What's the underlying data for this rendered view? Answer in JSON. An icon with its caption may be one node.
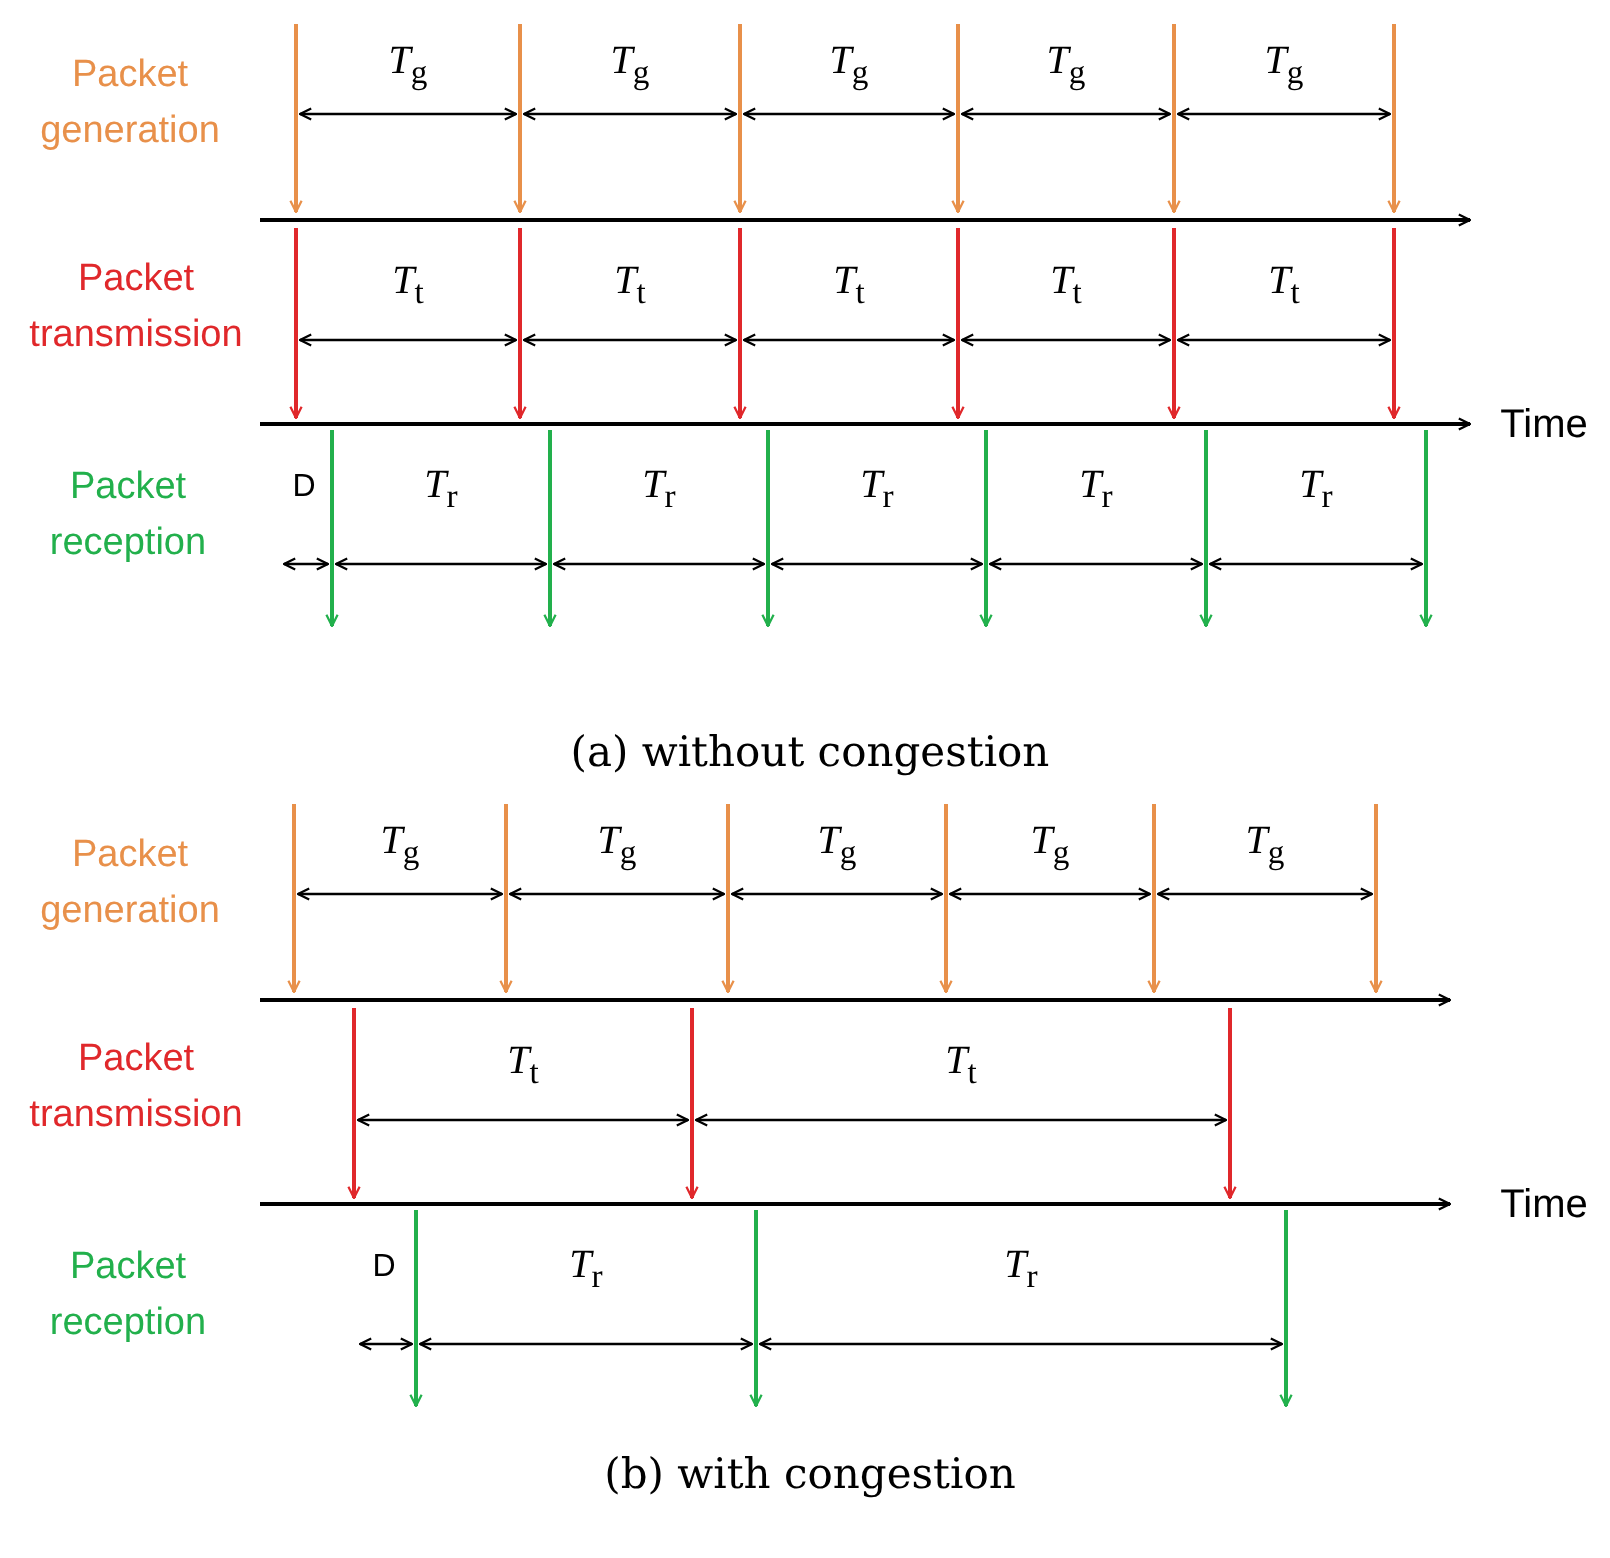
{
  "diagram": {
    "labels": [
      "Packet generation",
      "*T*$_{g}$",
      "*T*$_{g}$",
      "*T*$_{g}$",
      "*T*$_{g}$",
      "*T*$_{g}$",
      "Packet transmission",
      "*T*$_{t}$",
      "*T*$_{t}$",
      "*T*$_{t}$",
      "*T*$_{t}$",
      "*T*$_{t}$",
      "Time",
      "Packet reception",
      "D",
      "*T*$_{r}$",
      "*T*$_{r}$",
      "*T*$_{r}$",
      "*T*$_{r}$",
      "*T*$_{r}$",
      "(a) without congestion",
      "Packet generation",
      "*T*$_{g}$",
      "*T*$_{g}$",
      "*T*$_{g}$",
      "*T*$_{g}$",
      "*T*$_{g}$",
      "Packet transmission",
      "*T*$_{t}$",
      "*T*$_{t}$",
      "Time",
      "Packet reception",
      "D",
      "*T*$_{r}$",
      "*T*$_{r}$",
      "(b) with congestion"
    ]
  }
}
